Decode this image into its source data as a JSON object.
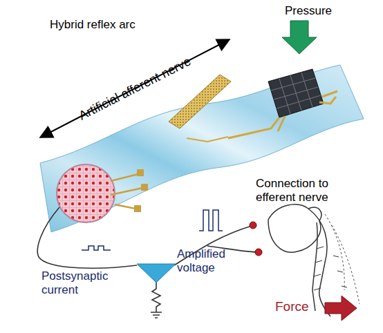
{
  "diagram": {
    "title": "Hybrid reflex arc",
    "nodes": [
      {
        "text": [
          "Amplified voltage"
        ]
      }
    ],
    "labels": [
      "Pressure",
      "Artificial afferent nerve",
      "Connection to efferent nerve",
      "Postsynaptic current",
      "Force"
    ]
  }
}
